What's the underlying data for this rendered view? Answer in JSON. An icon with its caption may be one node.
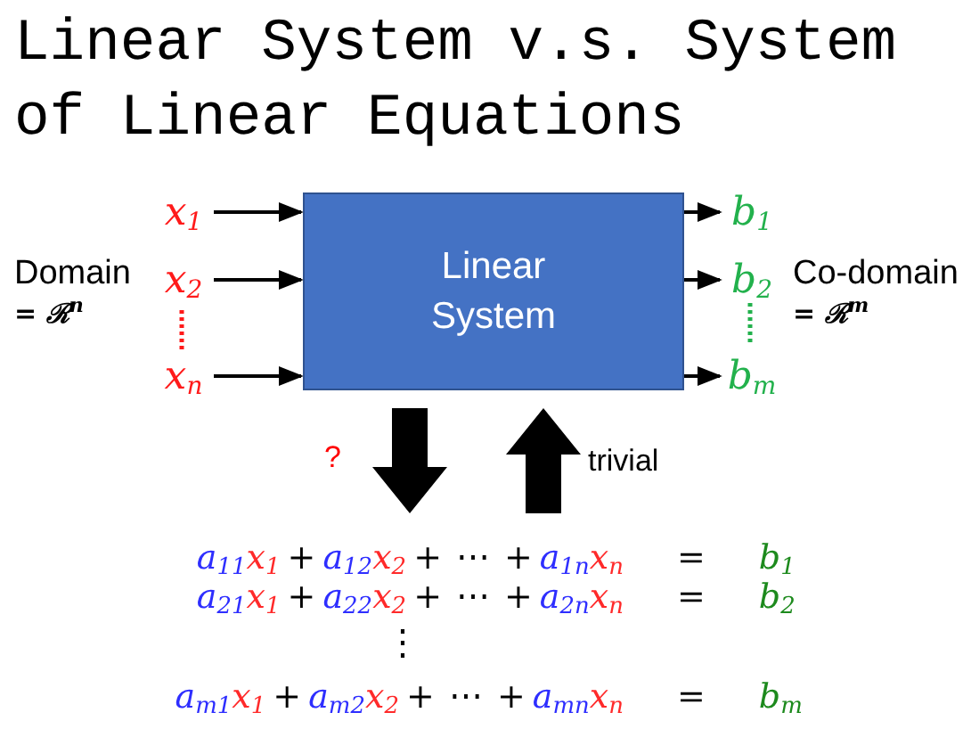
{
  "diagram": {
    "title": "Linear System v.s. System of Linear Equations",
    "nodes": [
      {
        "text": [
          "Linear System"
        ]
      },
      {
        "text": [
          "x$_{1}$"
        ]
      },
      {
        "text": [
          "x$_{2}$"
        ]
      },
      {
        "text": [
          "x$_{n}$"
        ]
      },
      {
        "text": [
          "b$_{1}$"
        ]
      },
      {
        "text": [
          "b$_{2}$"
        ]
      },
      {
        "text": [
          "b$_{m}$"
        ]
      },
      {
        "text": [
          "a$_{11}$",
          "x$_{1}$",
          "+",
          "a$_{12}$",
          "x$_{2}$",
          "+",
          "⋯",
          "+",
          "a$_{1n}$",
          "x$_{n}$",
          "=",
          "b$_{1}$",
          "a$_{21}$",
          "x$_{1}$",
          "+",
          "a$_{22}$",
          "x$_{2}$",
          "+",
          "⋯",
          "+",
          "a$_{2n}$",
          "x$_{n}$",
          "=",
          "b$_{2}$",
          "⋮",
          "a$_{m1}$",
          "x$_{1}$",
          "+",
          "a$_{m2}$",
          "x$_{2}$",
          "+",
          "⋯",
          "+",
          "a$_{mn}$",
          "x$_{n}$",
          "=",
          "b$_{m}$"
        ]
      }
    ],
    "edges": [
      {
        "from": 1,
        "to": 0,
        "arrow": "to"
      },
      {
        "from": 2,
        "to": 0,
        "arrow": "to"
      },
      {
        "from": 3,
        "to": 0,
        "arrow": "to"
      },
      {
        "from": 0,
        "to": 4,
        "arrow": "to"
      },
      {
        "from": 0,
        "to": 5,
        "arrow": "to"
      },
      {
        "from": 0,
        "to": 6,
        "arrow": "to"
      },
      {
        "from": 0,
        "to": 7,
        "arrow": "to",
        "label": "?",
        "style": "thick"
      },
      {
        "from": 7,
        "to": 0,
        "arrow": "to",
        "label": "trivial",
        "style": "thick"
      }
    ],
    "labels": [
      "Domain",
      "= ℛ$^{n}$",
      "Co-domain",
      "= ℛ$^{m}$"
    ]
  }
}
